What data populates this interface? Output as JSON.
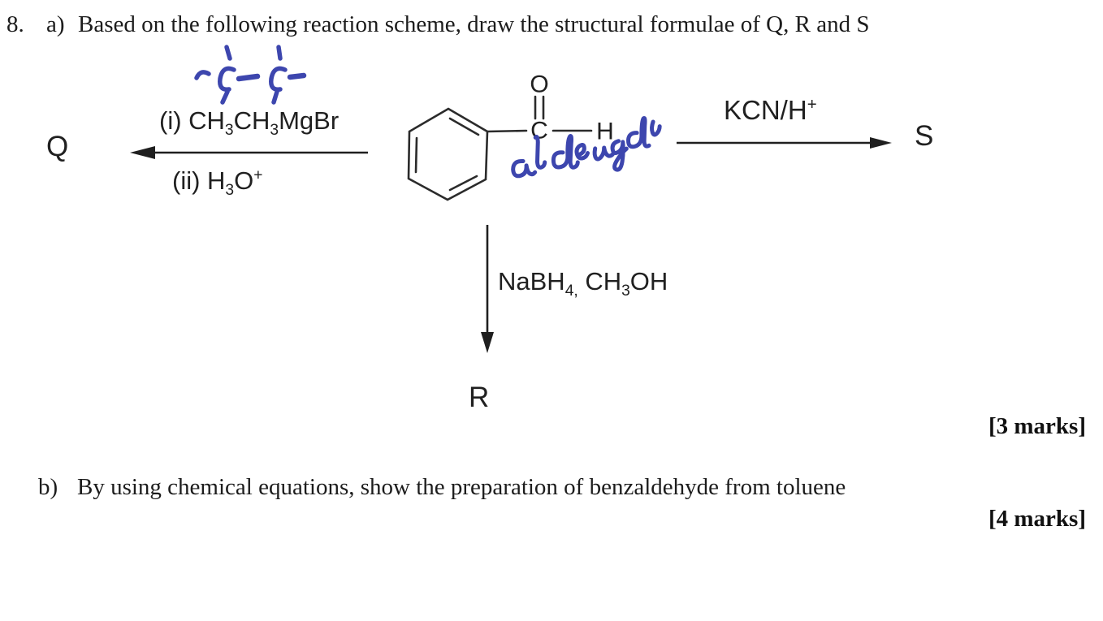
{
  "colors": {
    "text": "#1c1c1c",
    "structure_lines": "#2b2b2b",
    "handwriting_ink": "#3d46ae"
  },
  "question": {
    "number": "8.",
    "part_a": {
      "label": "a)",
      "text": "Based on the following reaction scheme, draw the structural formulae of Q, R and S",
      "marks": "[3 marks]"
    },
    "part_b": {
      "label": "b)",
      "text": "By using chemical equations, show the preparation of benzaldehyde from toluene",
      "marks": "[4 marks]"
    }
  },
  "scheme": {
    "products": {
      "left": "Q",
      "right": "S",
      "down": "R"
    },
    "left_arrow": {
      "line1": {
        "p1": "(i) CH",
        "s1": "3",
        "p2": "CH",
        "s2": "3",
        "p3": "MgBr"
      },
      "line2": {
        "p1": "(ii) H",
        "s1": "3",
        "p2": "O",
        "sup1": "+"
      }
    },
    "right_arrow": {
      "label": {
        "p1": "KCN/H",
        "sup1": "+"
      }
    },
    "down_arrow": {
      "label": {
        "p1": "NaBH",
        "s1": "4,",
        "p2": " CH",
        "s2": "3",
        "p3": "OH"
      }
    },
    "molecule": {
      "o": "O",
      "c": "C",
      "h": "H"
    },
    "handwriting": {
      "fragment": "-C-C-",
      "word": "aldehyde"
    }
  }
}
